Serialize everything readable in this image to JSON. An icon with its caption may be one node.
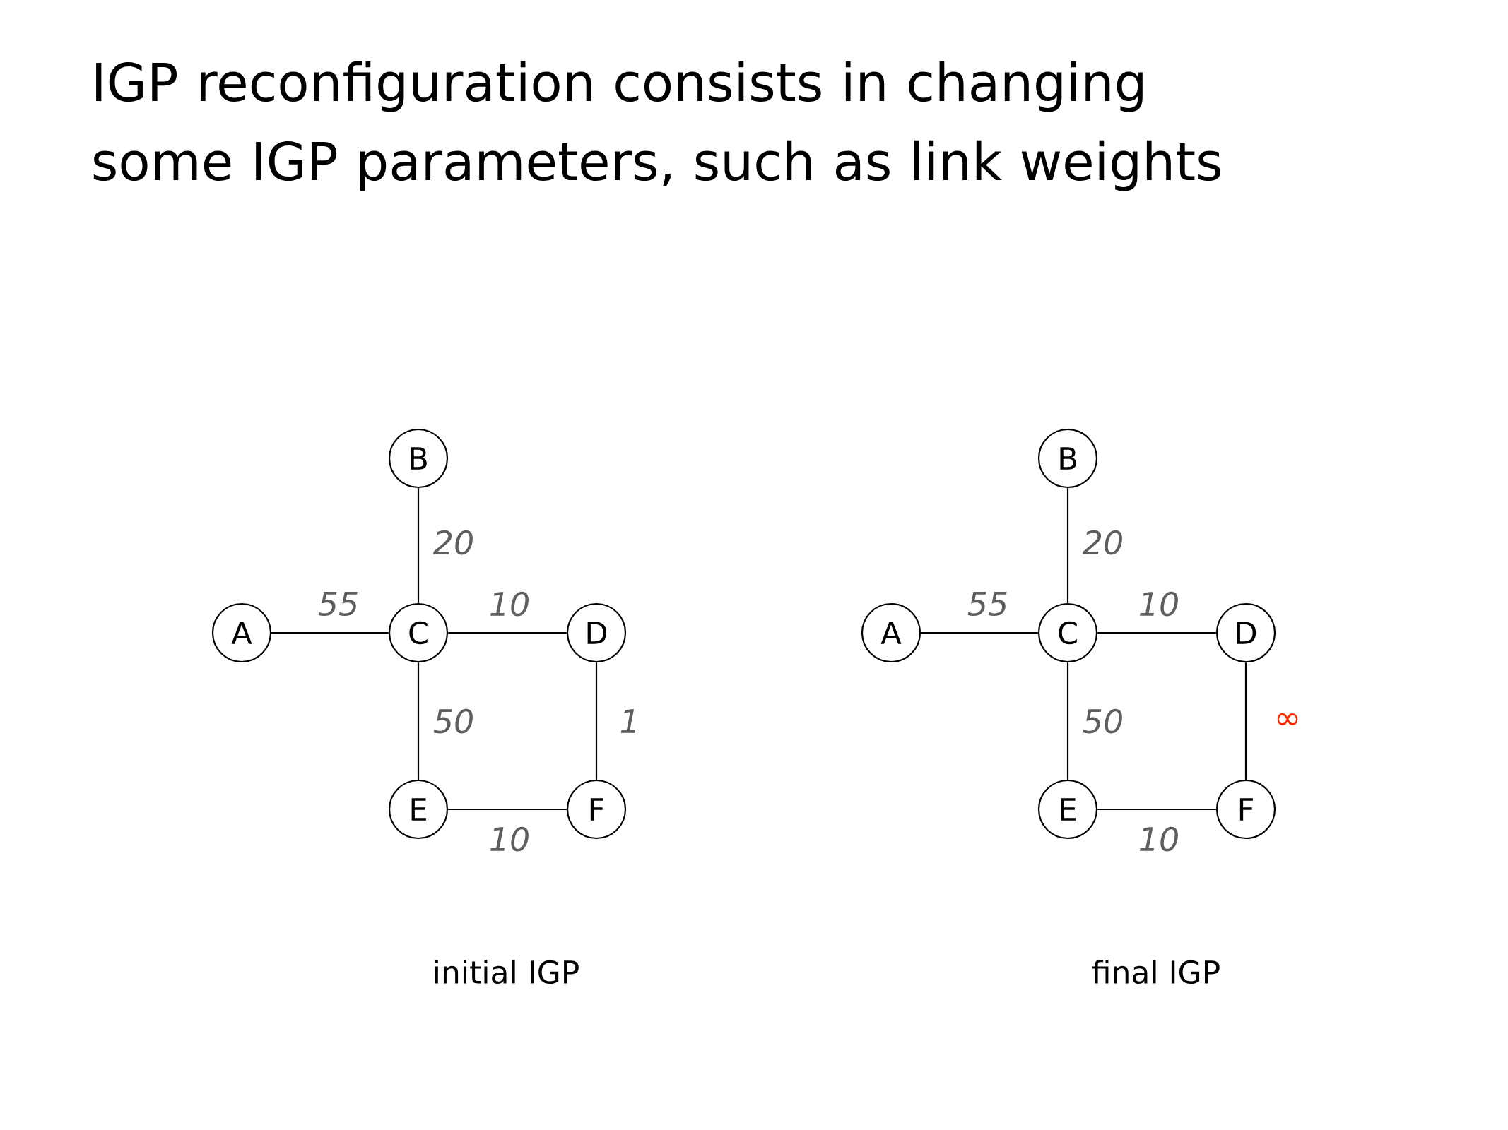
{
  "diagram": {
    "title": "IGP reconfiguration consists in changing some IGP parameters, such as link weights",
    "nodes": [
      {
        "text": [
          "B"
        ]
      },
      {
        "text": [
          "A"
        ]
      },
      {
        "text": [
          "C"
        ]
      },
      {
        "text": [
          "D"
        ]
      },
      {
        "text": [
          "E"
        ]
      },
      {
        "text": [
          "F"
        ]
      },
      {
        "text": [
          "B"
        ]
      },
      {
        "text": [
          "A"
        ]
      },
      {
        "text": [
          "C"
        ]
      },
      {
        "text": [
          "D"
        ]
      },
      {
        "text": [
          "E"
        ]
      },
      {
        "text": [
          "F"
        ]
      }
    ],
    "edges": [
      {
        "from": 0,
        "to": 2,
        "arrow": "none",
        "label": "20"
      },
      {
        "from": 1,
        "to": 2,
        "arrow": "none",
        "label": "55"
      },
      {
        "from": 2,
        "to": 3,
        "arrow": "none",
        "label": "10"
      },
      {
        "from": 2,
        "to": 4,
        "arrow": "none",
        "label": "50"
      },
      {
        "from": 3,
        "to": 5,
        "arrow": "none",
        "label": "1"
      },
      {
        "from": 4,
        "to": 5,
        "arrow": "none",
        "label": "10"
      },
      {
        "from": 6,
        "to": 8,
        "arrow": "none",
        "label": "20"
      },
      {
        "from": 7,
        "to": 8,
        "arrow": "none",
        "label": "55"
      },
      {
        "from": 8,
        "to": 9,
        "arrow": "none",
        "label": "10"
      },
      {
        "from": 8,
        "to": 10,
        "arrow": "none",
        "label": "50"
      },
      {
        "from": 9,
        "to": 11,
        "arrow": "none",
        "label": "∞"
      },
      {
        "from": 10,
        "to": 11,
        "arrow": "none",
        "label": "10"
      }
    ],
    "labels": [
      "initial IGP",
      "final IGP"
    ]
  }
}
